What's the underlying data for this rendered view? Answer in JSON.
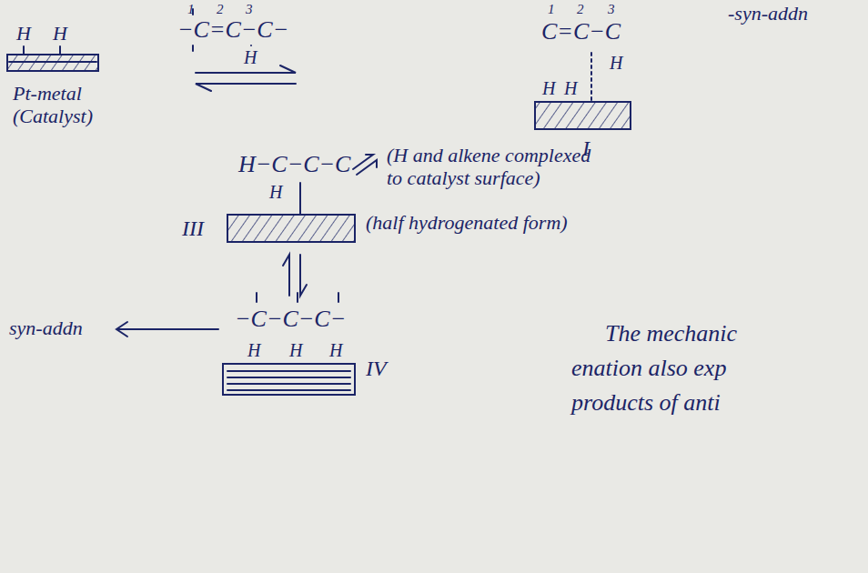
{
  "diagram": {
    "labels": [
      "H",
      "H",
      "Pt-metal (Catalyst)",
      "1",
      "2",
      "3",
      "−C=C−C−",
      "H",
      "1",
      "2",
      "3",
      "C=C−C",
      "H",
      "H",
      "H",
      "I",
      "H−C−C−C",
      "H",
      "(H and alkene complexed to catalyst surface)",
      "III",
      "(half hydrogenated form)",
      "−C−C−C−",
      "H",
      "H",
      "H",
      "IV",
      "syn-addn",
      "The mechanic",
      "enation also exp",
      "products of anti",
      "-syn-addn"
    ]
  }
}
